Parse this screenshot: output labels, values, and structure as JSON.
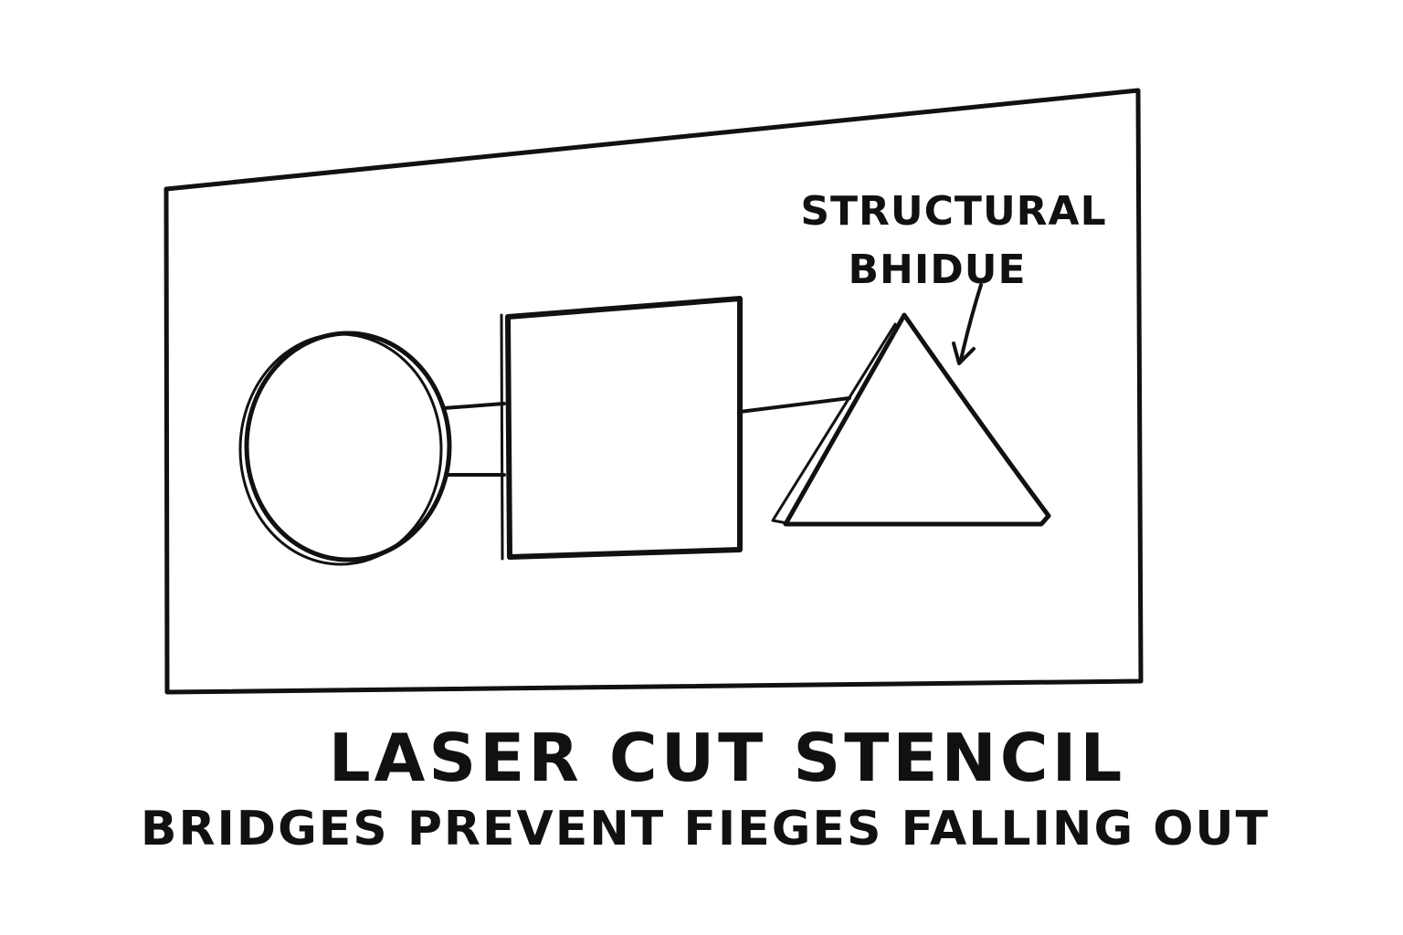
{
  "diagram": {
    "annotation": {
      "line1": "STRUCTURAL",
      "line2": "BHIDUE"
    },
    "title": "LASER CUT STENCIL",
    "subtitle": "BRIDGES PREVENT FIEGES FALLING OUT",
    "ink_color": "#111111",
    "background_color": "#ffffff",
    "shapes": [
      "circle-cutout",
      "square-cutout",
      "triangle-cutout"
    ]
  }
}
